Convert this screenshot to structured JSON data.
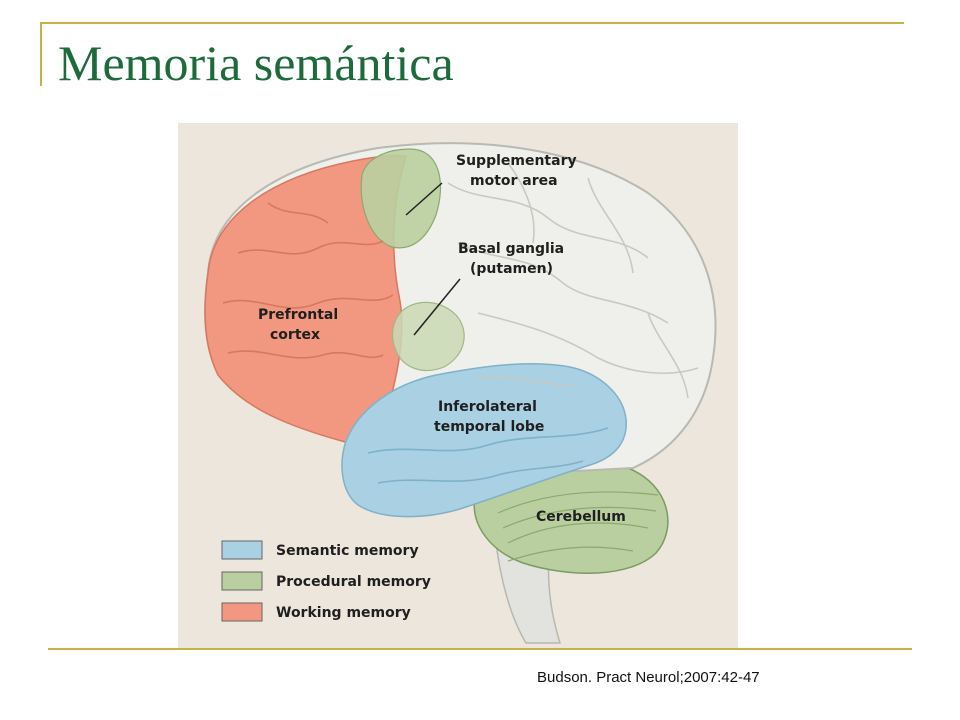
{
  "slide": {
    "title": "Memoria semántica",
    "citation": "Budson. Pract Neurol;2007:42-47"
  },
  "figure": {
    "labels": {
      "supplementary_motor_area": [
        "Supplementary",
        "motor area"
      ],
      "basal_ganglia": [
        "Basal ganglia",
        "(putamen)"
      ],
      "prefrontal_cortex": [
        "Prefrontal",
        "cortex"
      ],
      "inferolateral_temporal_lobe": [
        "Inferolateral",
        "temporal lobe"
      ],
      "cerebellum": "Cerebellum"
    },
    "legend": [
      {
        "label": "Semantic memory",
        "color": "#a9d0e3"
      },
      {
        "label": "Procedural memory",
        "color": "#b9cfa0"
      },
      {
        "label": "Working memory",
        "color": "#f29880"
      }
    ]
  },
  "colors": {
    "title": "#1d6b3a",
    "accent_rule": "#c8b04a",
    "figure_background": "#ece6dc",
    "brain": "#efefec",
    "semantic": "#a9d0e3",
    "procedural": "#b9cfa0",
    "working": "#f29880"
  }
}
